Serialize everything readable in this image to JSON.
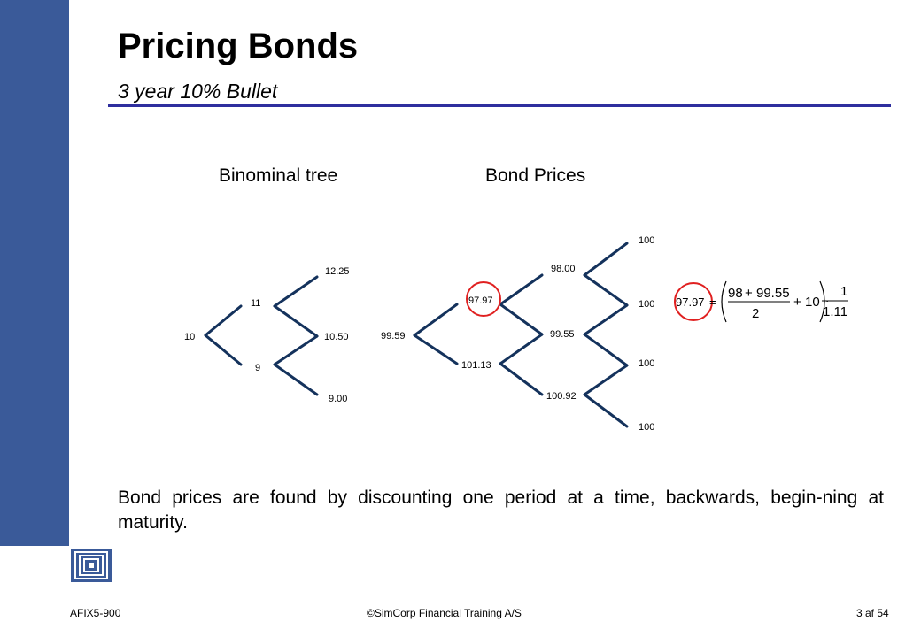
{
  "slide": {
    "title": "Pricing Bonds",
    "subtitle": "3 year 10% Bullet"
  },
  "binomial_tree": {
    "heading": "Binominal tree",
    "nodes": {
      "t0": "10",
      "t1_up": "11",
      "t1_down": "9",
      "t2_up": "12.25",
      "t2_mid": "10.50",
      "t2_down": "9.00"
    }
  },
  "bond_prices": {
    "heading": "Bond Prices",
    "nodes": {
      "t0": "99.59",
      "t1_up": "97.97",
      "t1_down": "101.13",
      "t2_up": "98.00",
      "t2_mid": "99.55",
      "t2_down": "100.92",
      "t3_a": "100",
      "t3_b": "100",
      "t3_c": "100",
      "t3_d": "100"
    }
  },
  "formula": {
    "result": "97.97",
    "equals": "=",
    "num_a": "98",
    "plus1": "+",
    "num_b": "99.55",
    "denom": "2",
    "plus2": "+",
    "coupon": "10",
    "dot": "·",
    "disc_num": "1",
    "disc_den": "1.11"
  },
  "body": {
    "text": "Bond prices are found by discounting one period at a time, backwards, begin-ning at maturity."
  },
  "footer": {
    "left": "AFIX5-900",
    "center": "©SimCorp Financial Training A/S",
    "right": "3 af 54"
  },
  "colors": {
    "sidebar": "#3a5a99",
    "tree_lines": "#14325c",
    "highlight_circle": "#e02020",
    "title_rule": "#2e2e9e"
  }
}
